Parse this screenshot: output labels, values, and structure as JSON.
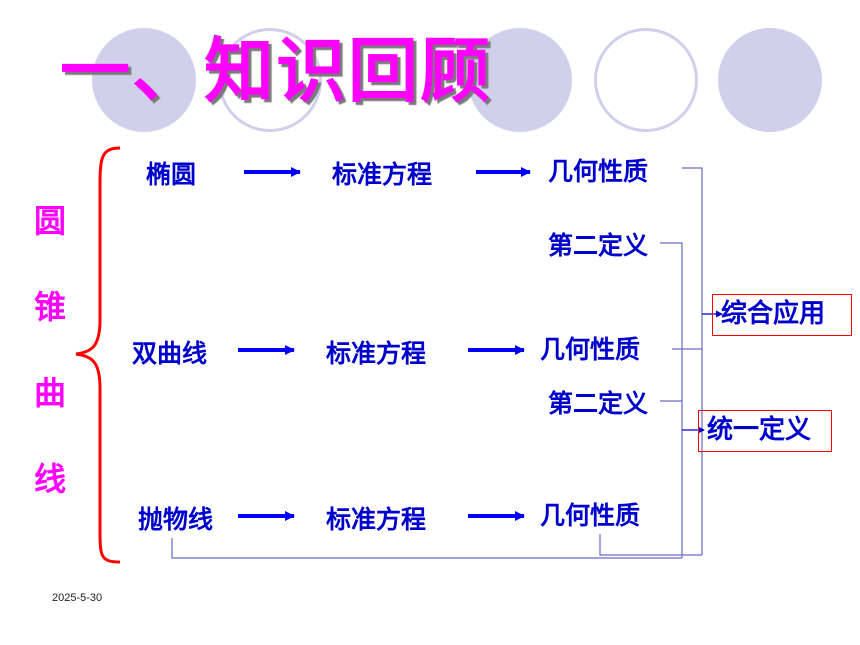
{
  "title": "一、知识回顾",
  "side_label_chars": [
    "圆",
    "锥",
    "曲",
    "线"
  ],
  "rows": [
    {
      "curve": "椭圆",
      "equation": "标准方程",
      "property": "几何性质"
    },
    {
      "curve": "双曲线",
      "equation": "标准方程",
      "property": "几何性质"
    },
    {
      "curve": "抛物线",
      "equation": "标准方程",
      "property": "几何性质"
    }
  ],
  "second_definitions": [
    "第二定义",
    "第二定义"
  ],
  "boxes": {
    "application": "综合应用",
    "unified": "统一定义"
  },
  "footer_date": "2025-5-30",
  "colors": {
    "title": "#ff00ff",
    "text": "#0000cc",
    "arrow": "#0000ff",
    "box_border": "#ff0000",
    "decor": "#d0d0ea"
  }
}
